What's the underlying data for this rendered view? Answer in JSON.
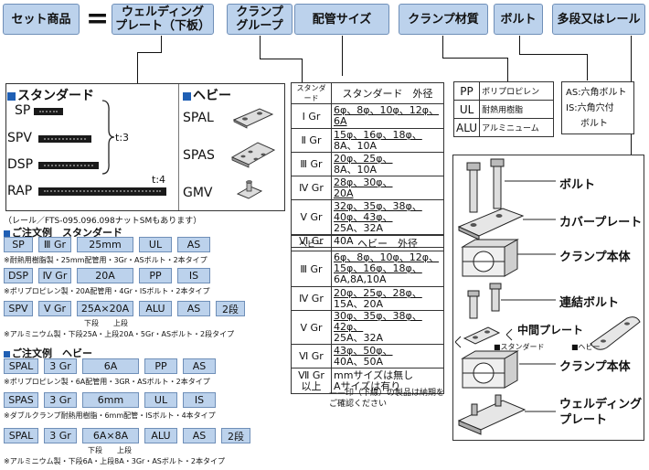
{
  "header": {
    "set_product": "セット商品",
    "equals": "=",
    "welding_plate": [
      "ウェルディング",
      "プレート（下板）"
    ],
    "clamp_group": [
      "クランプ",
      "グループ"
    ],
    "pipe_size": "配管サイズ",
    "clamp_material": "クランプ材質",
    "bolt": "ボルト",
    "multi_rail": "多段又はレール"
  },
  "plates": {
    "standard_title": "スタンダード",
    "heavy_title": "ヘビー",
    "sp": "SP",
    "spv": "SPV",
    "dsp": "DSP",
    "rap": "RAP",
    "t3": "t:3",
    "t4": "t:4",
    "spal": "SPAL",
    "spas": "SPAS",
    "gmv": "GMV",
    "rail_note": "（レール／FTS-095.096.098ナットSMもあります）"
  },
  "order_standard": {
    "title": "ご注文例　スタンダード",
    "ex1": {
      "chips": [
        "SP",
        "Ⅲ Gr",
        "25mm",
        "UL",
        "AS"
      ],
      "desc": "※耐熱用樹脂製・25mm配管用・3Gr・ASボルト・2本タイプ"
    },
    "ex2": {
      "chips": [
        "DSP",
        "Ⅳ Gr",
        "20A",
        "PP",
        "IS"
      ],
      "desc": "※ポリプロピレン製・20A配管用・4Gr・ISボルト・2本タイプ"
    },
    "ex3": {
      "chips": [
        "SPV",
        "Ⅴ Gr",
        "25A×20A",
        "ALU",
        "AS",
        "2段"
      ],
      "sub_lower": "下段",
      "sub_upper": "上段",
      "desc": "※アルミニウム製・下段25A・上段20A・5Gr・ASボルト・2段タイプ"
    }
  },
  "order_heavy": {
    "title": "ご注文例　ヘビー",
    "ex1": {
      "chips": [
        "SPAL",
        "3 Gr",
        "6A",
        "PP",
        "AS"
      ],
      "desc": "※ポリプロピレン製・6A配管用・3GR・ASボルト・2本タイプ"
    },
    "ex2": {
      "chips": [
        "SPAS",
        "3 Gr",
        "6mm",
        "UL",
        "IS"
      ],
      "desc": "※ダブルクランプ耐熱用樹脂・6mm配管・ISボルト・4本タイプ"
    },
    "ex3": {
      "chips": [
        "SPAL",
        "3 Gr",
        "6A×8A",
        "ALU",
        "AS",
        "2段"
      ],
      "sub_lower": "下段",
      "sub_upper": "上段",
      "desc": "※アルミニウム製・下段6A・上段8A・3Gr・ASボルト・2本タイプ"
    }
  },
  "standard_table": {
    "head_left": "スタンダード",
    "head_right": "スタンダード　外径",
    "rows": [
      {
        "gr": "Ⅰ Gr",
        "l1": "6φ、8φ、10φ、12φ、",
        "l2": "6A"
      },
      {
        "gr": "Ⅱ Gr",
        "l1": "15φ、16φ、18φ、",
        "l2": "8A、10A"
      },
      {
        "gr": "Ⅲ Gr",
        "l1": "20φ、25φ、",
        "l2": "8A、10A"
      },
      {
        "gr": "Ⅳ Gr",
        "l1": "28φ、30φ、",
        "l2": "20A"
      },
      {
        "gr": "Ⅴ Gr",
        "l1": "32φ、35φ、38φ、",
        "l2": "40φ、43φ、",
        "l3": "25A、32A"
      },
      {
        "gr": "Ⅵ Gr",
        "l1": "40A"
      }
    ]
  },
  "heavy_table": {
    "head_left": "ヘビー",
    "head_right": "ヘビー　外径",
    "rows": [
      {
        "gr": "Ⅲ Gr",
        "l1": "6φ、8φ、10φ、12φ、",
        "l2": "15φ、16φ、18φ、",
        "l3": "6A,8A,10A"
      },
      {
        "gr": "Ⅳ Gr",
        "l1": "20φ、25φ、28φ、",
        "l2": "15A、20A"
      },
      {
        "gr": "Ⅴ Gr",
        "l1": "30φ、35φ、38φ、42φ、",
        "l2": "25A、32A"
      },
      {
        "gr": "Ⅵ Gr",
        "l1": "43φ、50φ、",
        "l2": "40A、50A"
      },
      {
        "gr1": "Ⅶ Gr",
        "gr2": "以上",
        "l1": "mmサイズは無し",
        "l2": "Aサイズは有り"
      }
    ],
    "footnote": "——印（下線）の製品は納期をご確認ください"
  },
  "materials": [
    {
      "code": "PP",
      "name": "ポリプロピレン"
    },
    {
      "code": "UL",
      "name": "耐熱用樹脂"
    },
    {
      "code": "ALU",
      "name": "アルミニューム"
    }
  ],
  "bolts": {
    "l1": "AS:六角ボルト",
    "l2": "IS:六角穴付",
    "l3": "ボルト"
  },
  "diagram": {
    "bolt": "ボルト",
    "cover_plate": "カバープレート",
    "clamp_body_1": "クランプ本体",
    "connecting_bolt": "連結ボルト",
    "middle_plate": "中間プレート",
    "standard_mark": "■スタンダード",
    "heavy_mark": "■ヘビー",
    "clamp_body_2": "クランプ本体",
    "welding_plate_1": "ウェルディング",
    "welding_plate_2": "プレート"
  },
  "colors": {
    "chip_fill": "#bcd2ec",
    "chip_border": "#6f8fb8",
    "accent_square": "#1f5fb4"
  }
}
